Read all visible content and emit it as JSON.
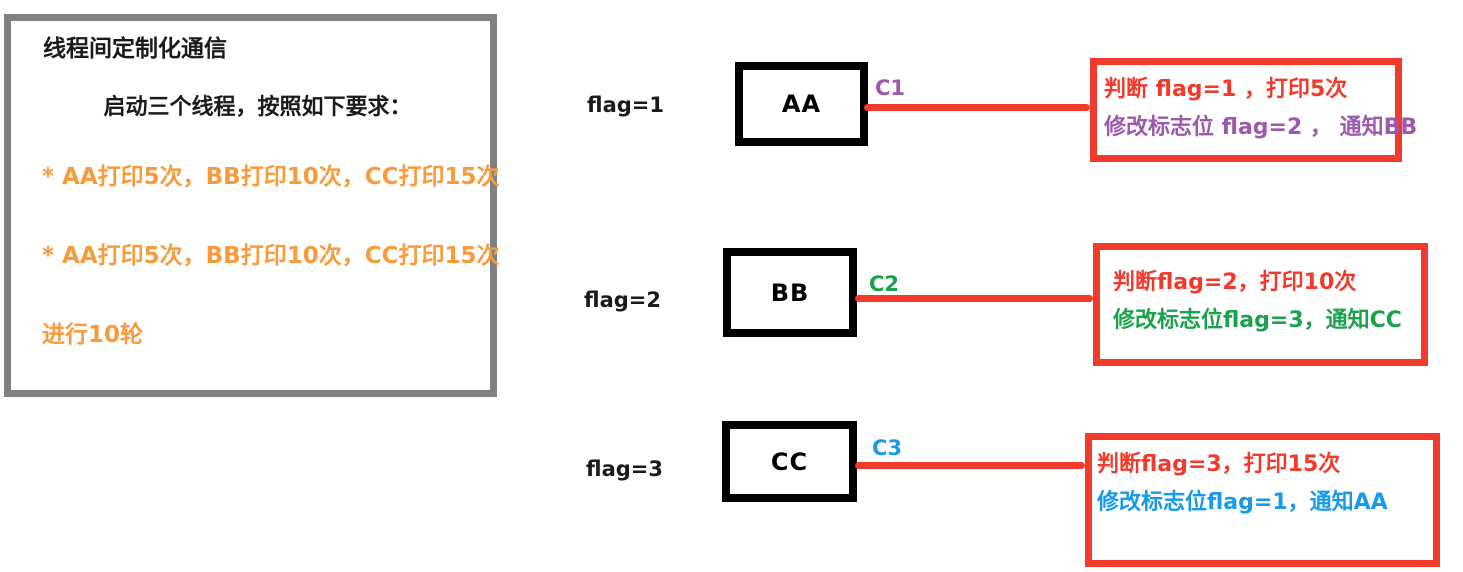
{
  "left_panel": {
    "title": "线程间定制化通信",
    "subtitle": "启动三个线程，按照如下要求：",
    "requirements": [
      "* AA打印5次，BB打印10次，CC打印15次",
      "* AA打印5次，BB打印10次，CC打印15次",
      "进行10轮"
    ]
  },
  "threads": [
    {
      "flag_label": "flag=1",
      "thread_name": "AA",
      "condition_label": "C1",
      "accent_color": "#9c59ad",
      "note_line1": "判断 flag=1 ，打印5次",
      "note_line2": "修改标志位 flag=2 ， 通知BB"
    },
    {
      "flag_label": "flag=2",
      "thread_name": "BB",
      "condition_label": "C2",
      "accent_color": "#1ba24d",
      "note_line1": "判断flag=2，打印10次",
      "note_line2": "修改标志位flag=3，通知CC"
    },
    {
      "flag_label": "flag=3",
      "thread_name": "CC",
      "condition_label": "C3",
      "accent_color": "#169ae9",
      "note_line1": "判断flag=3，打印15次",
      "note_line2": "修改标志位flag=1，通知AA"
    }
  ],
  "colors": {
    "red": "#f13a2b",
    "orange": "#f89b3c",
    "gray": "#808080",
    "ink": "#1a1a1a"
  }
}
